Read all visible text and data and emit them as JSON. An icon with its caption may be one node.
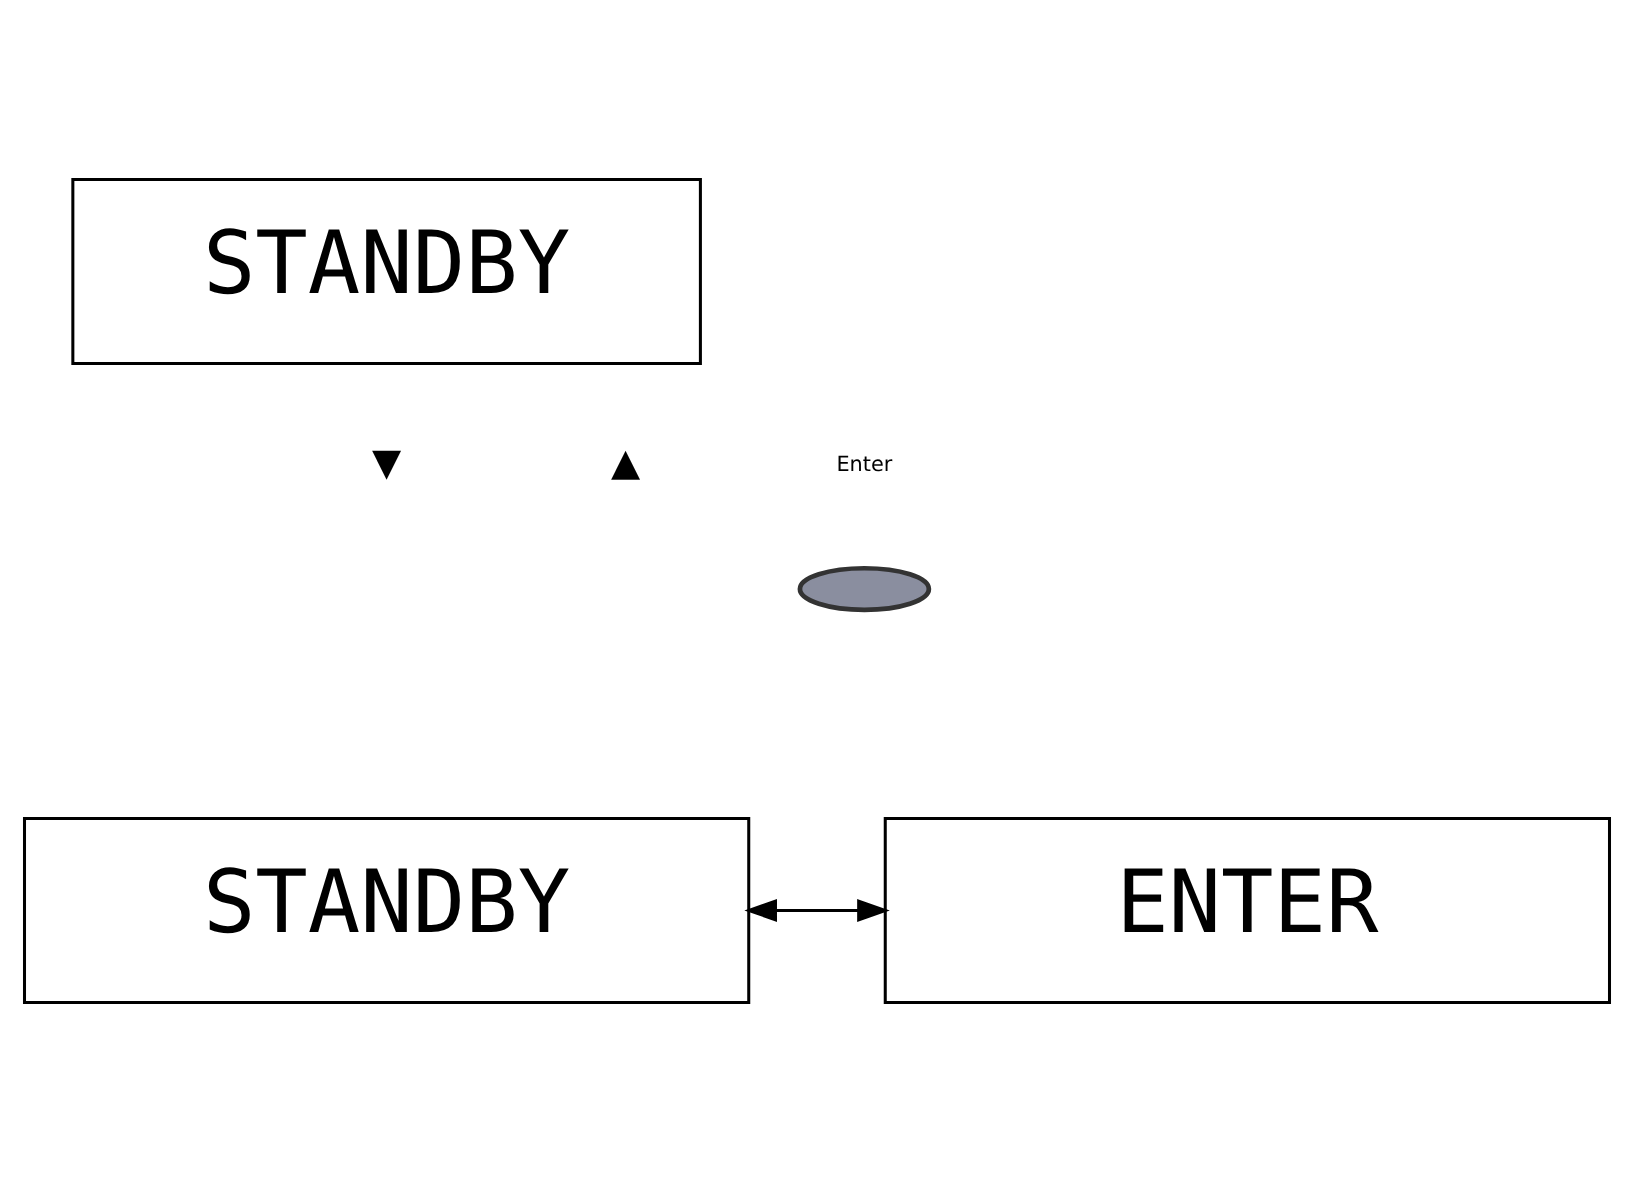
{
  "diagram": {
    "nodes": [
      {
        "text": [
          "STANDBY"
        ]
      },
      {
        "text": [
          "STANDBY"
        ]
      },
      {
        "text": [
          "ENTER"
        ]
      },
      {
        "text": [],
        "shape": "ellipse"
      }
    ],
    "edges": [
      {
        "from": 1,
        "to": 2,
        "arrow": "both"
      }
    ],
    "labels": [
      "▼",
      "▲",
      "Enter"
    ]
  }
}
